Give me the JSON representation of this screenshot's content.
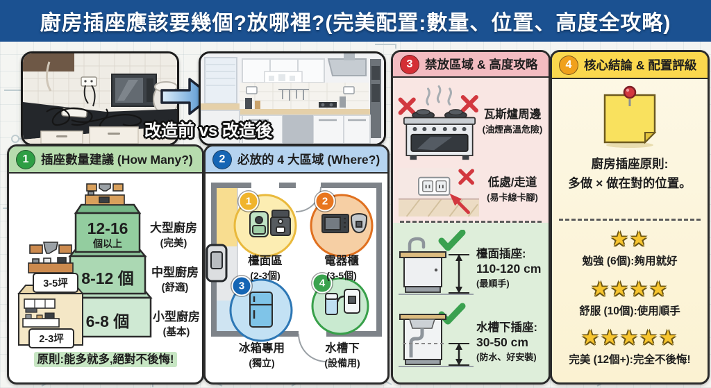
{
  "header": {
    "title": "廚房插座應該要幾個?放哪裡?(完美配置:數量、位置、高度全攻略)"
  },
  "comparison": {
    "caption": "改造前 vs 改造後"
  },
  "panel1": {
    "badge": "1",
    "title": "插座數量建議 (How Many?)",
    "tiers": [
      {
        "count": "12-16",
        "count_sub": "個以上",
        "label": "大型廚房",
        "note": "(完美)"
      },
      {
        "count": "8-12 個",
        "label": "中型廚房",
        "note": "(舒適)",
        "area": "3-5坪"
      },
      {
        "count": "6-8 個",
        "label": "小型廚房",
        "note": "(基本)",
        "area": "2-3坪"
      }
    ],
    "principle": "原則:能多就多,絕對不後悔!"
  },
  "panel2": {
    "badge": "2",
    "title": "必放的 4 大區域 (Where?)",
    "zones": [
      {
        "num": "1",
        "label": "檯面區",
        "note": "(2-3個)"
      },
      {
        "num": "2",
        "label": "電器櫃",
        "note": "(3-5個)"
      },
      {
        "num": "3",
        "label": "冰箱專用",
        "note": "(獨立)"
      },
      {
        "num": "4",
        "label": "水槽下",
        "note": "(設備用)"
      }
    ]
  },
  "panel3": {
    "badge": "3",
    "title": "禁放區域 & 高度攻略",
    "forbidden": [
      {
        "label": "瓦斯爐周邊",
        "note": "(油煙高溫危險)"
      },
      {
        "label": "低處/走道",
        "note": "(易卡線卡腳)"
      }
    ],
    "heights": [
      {
        "label": "檯面插座:",
        "value": "110-120 cm",
        "note": "(最順手)"
      },
      {
        "label": "水槽下插座:",
        "value": "30-50 cm",
        "note": "(防水、好安裝)"
      }
    ]
  },
  "panel4": {
    "badge": "4",
    "title": "核心結論 & 配置評級",
    "conclusion_line1": "廚房插座原則:",
    "conclusion_line2": "多做 × 做在對的位置。",
    "ratings": [
      {
        "stars": "★★",
        "label": "勉強 (6個):夠用就好"
      },
      {
        "stars": "★★★★",
        "label": "舒服 (10個):使用順手"
      },
      {
        "stars": "★★★★★",
        "label": "完美 (12個+):完全不後悔!"
      }
    ]
  },
  "colors": {
    "banner_bg": "#1b5191",
    "green": "#2e9e44",
    "blue": "#1565b4",
    "red": "#d42f35",
    "orange": "#f0a11c"
  }
}
